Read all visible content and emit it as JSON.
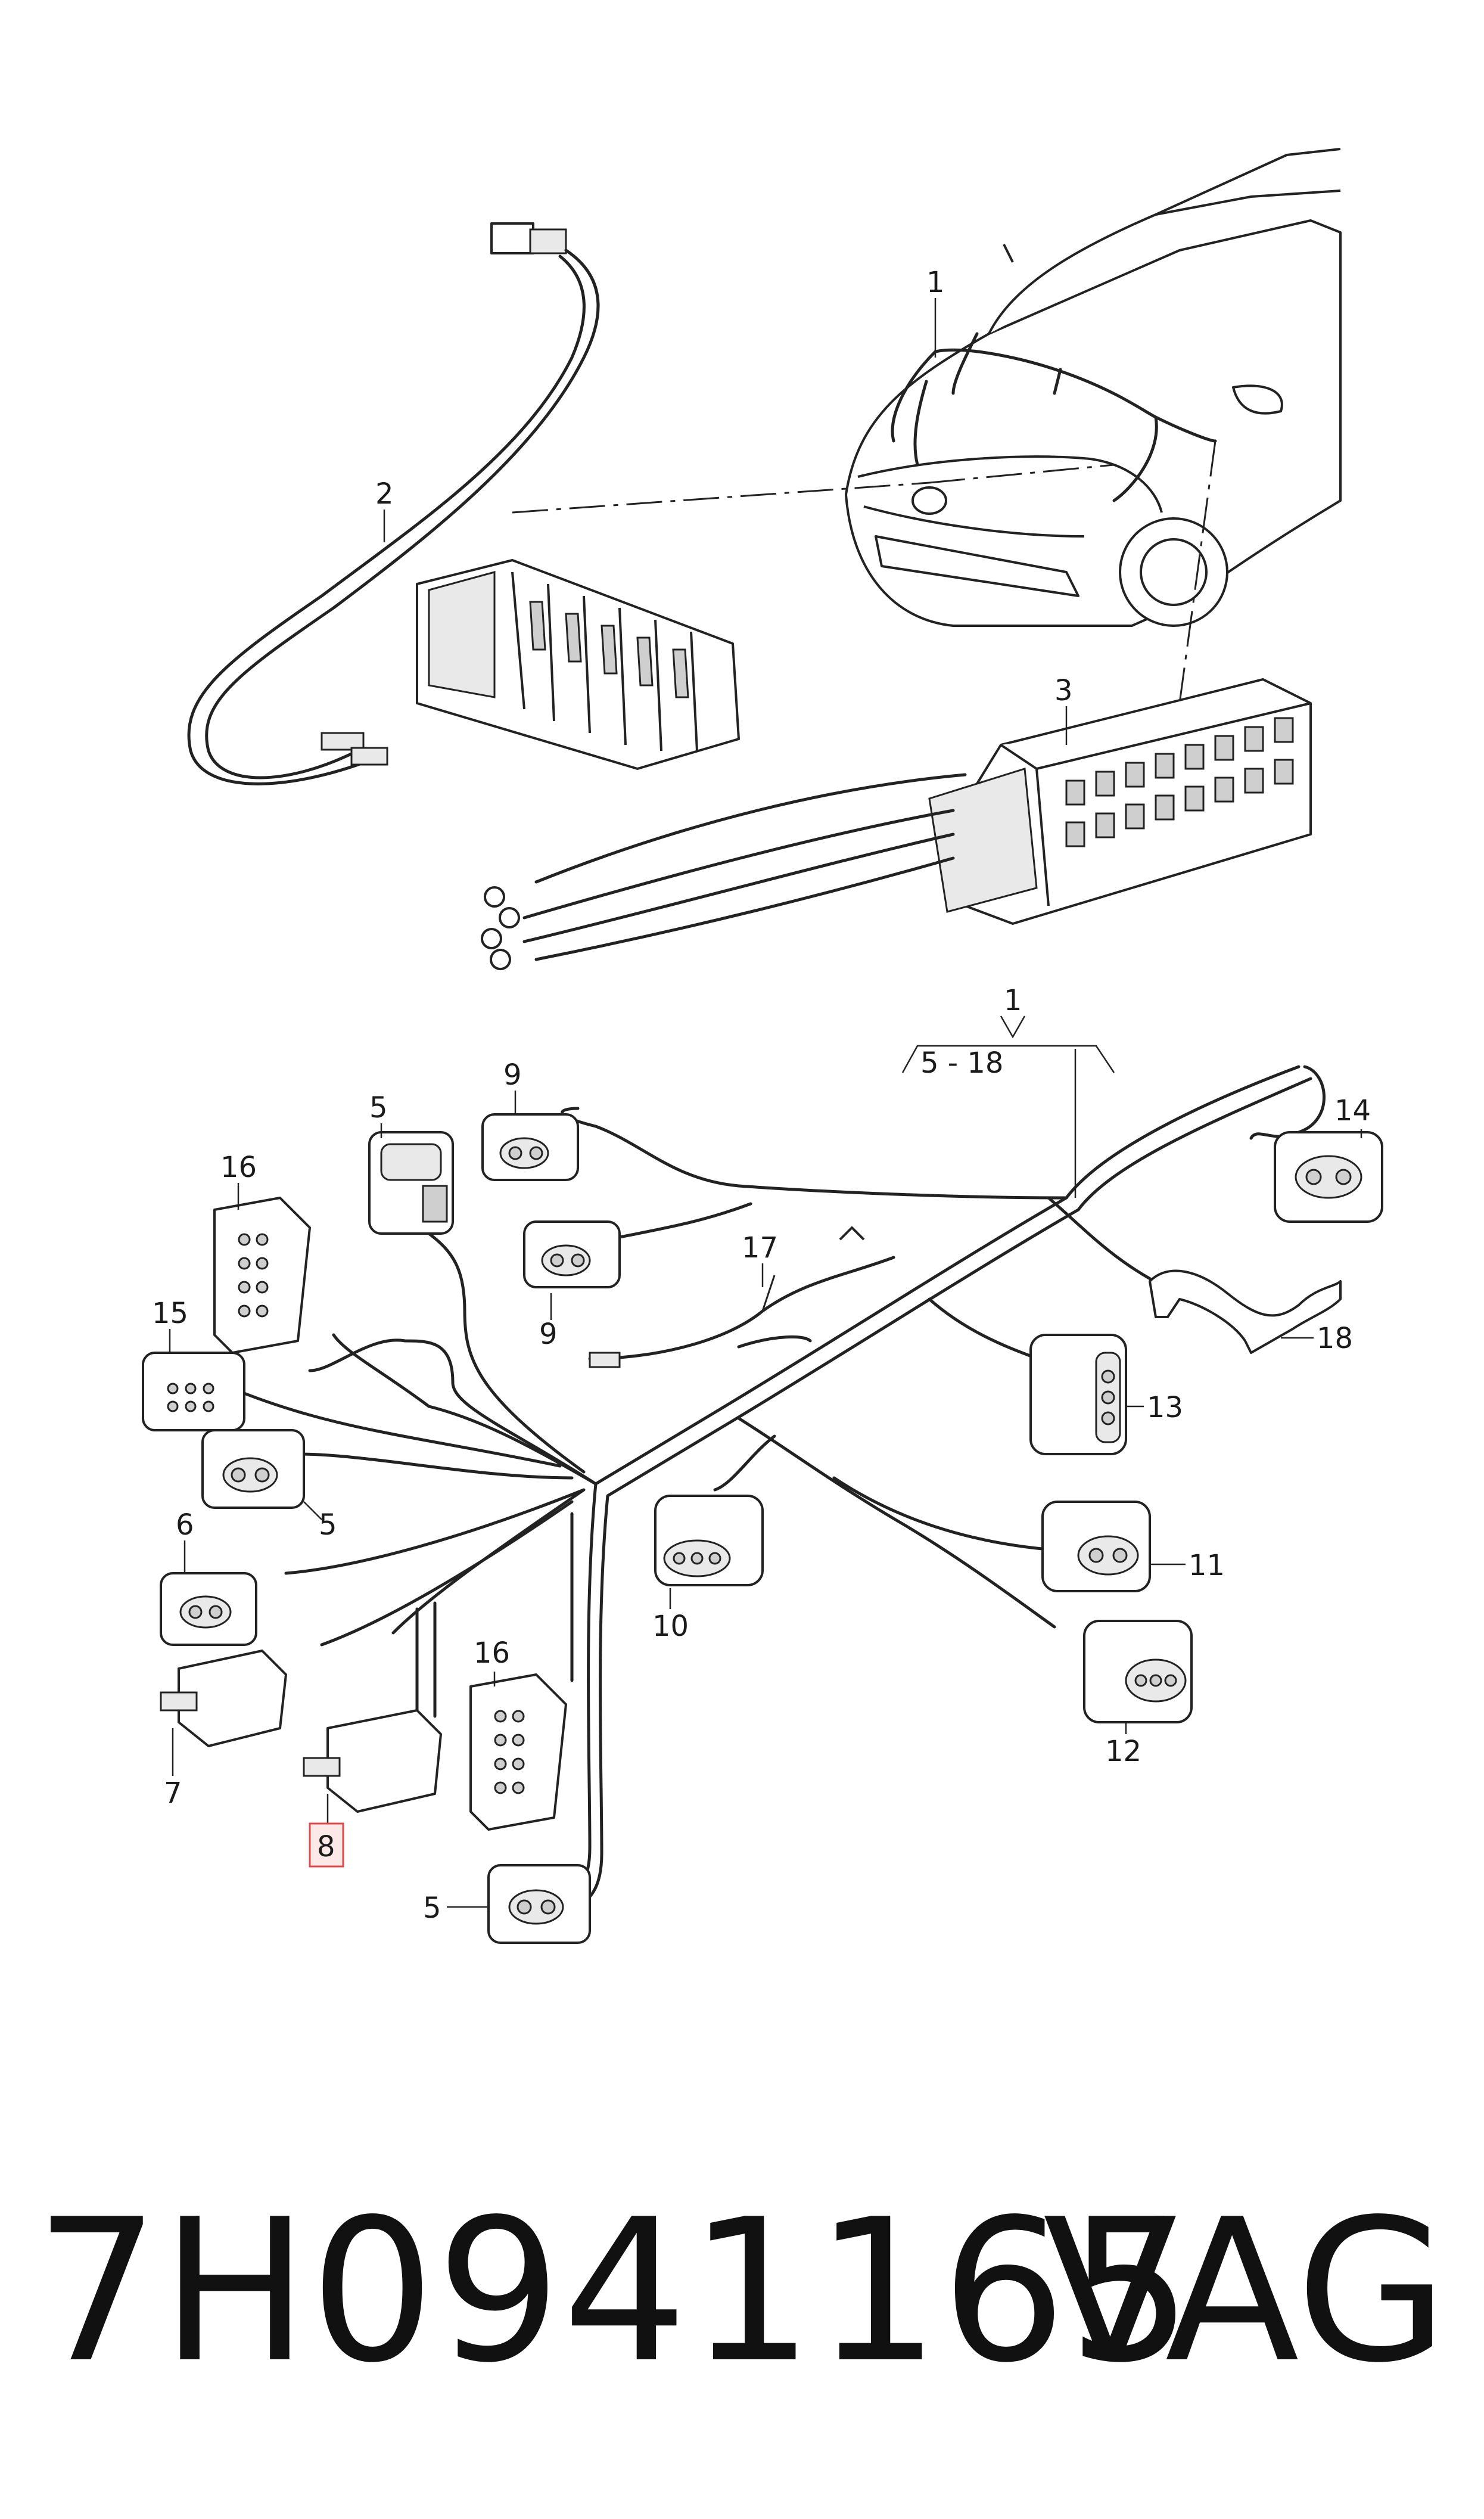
{
  "callouts": {
    "c1_top": "1",
    "c2": "2",
    "c3": "3",
    "c1_group": "1",
    "c_range": "5 - 18",
    "c9_a": "9",
    "c9_b": "9",
    "c5_a": "5",
    "c16_a": "16",
    "c15": "15",
    "c5_b": "5",
    "c6": "6",
    "c7": "7",
    "c8": "8",
    "c16_b": "16",
    "c5_c": "5",
    "c17": "17",
    "c14": "14",
    "c18": "18",
    "c13": "13",
    "c11": "11",
    "c10": "10",
    "c12": "12"
  },
  "highlight": {
    "callout": "8",
    "box_color": "#d94a4a"
  },
  "footer": {
    "part_number": "7H0941165",
    "brand": "VAG"
  }
}
